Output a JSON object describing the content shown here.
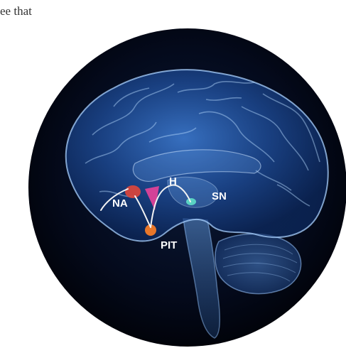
{
  "text_fragment": "ee that",
  "labels": {
    "na": "NA",
    "h": "H",
    "sn": "SN",
    "pit": "PIT"
  },
  "colors": {
    "background_circle": "#02050f",
    "brain_glow": "#3a7bd5",
    "brain_outline": "#9cc9ff",
    "na_region": "#e0463a",
    "h_region": "#e8439a",
    "pit_region": "#e8772a",
    "sn_region": "#5fe0c8",
    "pathway": "#f3f3f3"
  }
}
